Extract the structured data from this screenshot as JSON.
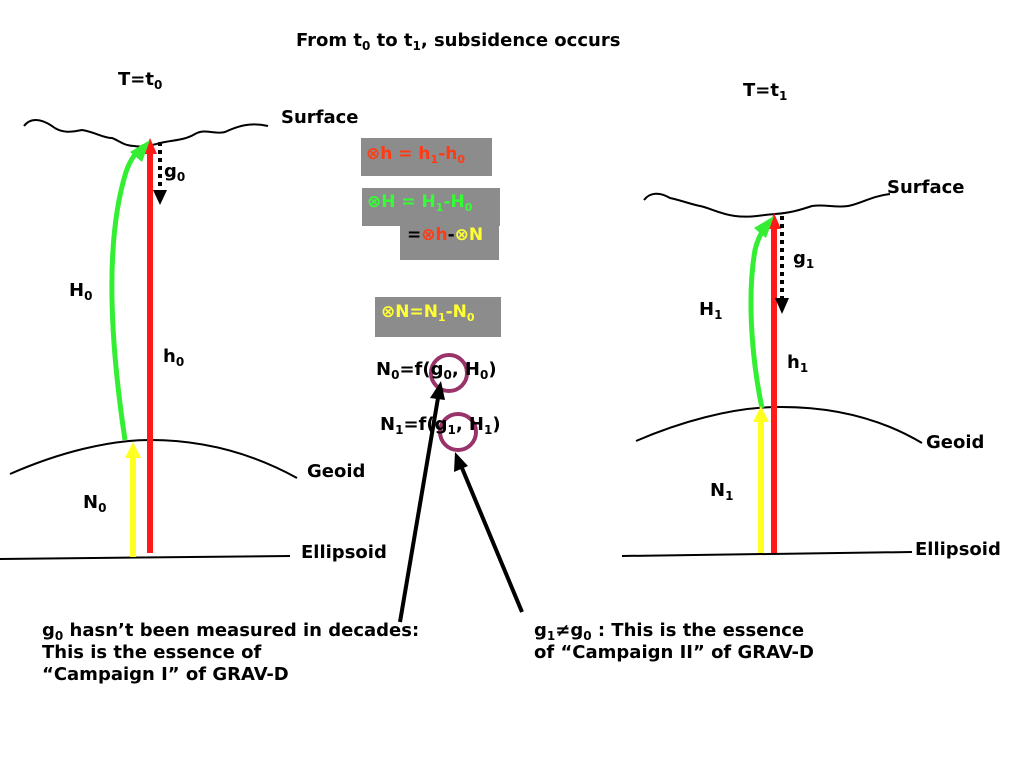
{
  "title": {
    "pre": "From t",
    "s1": "0",
    "mid": " to t",
    "s2": "1",
    "post": ", subsidence occurs"
  },
  "left": {
    "time": {
      "pre": "T=t",
      "sub": "0"
    },
    "surface": "Surface",
    "g": {
      "pre": "g",
      "sub": "0"
    },
    "H": {
      "pre": "H",
      "sub": "0"
    },
    "h": {
      "pre": "h",
      "sub": "0"
    },
    "N": {
      "pre": "N",
      "sub": "0"
    },
    "geoid": "Geoid",
    "ellipsoid": "Ellipsoid"
  },
  "right": {
    "time": {
      "pre": "T=t",
      "sub": "1"
    },
    "surface": "Surface",
    "g": {
      "pre": "g",
      "sub": "1"
    },
    "H": {
      "pre": "H",
      "sub": "1"
    },
    "h": {
      "pre": "h",
      "sub": "1"
    },
    "N": {
      "pre": "N",
      "sub": "1"
    },
    "geoid": "Geoid",
    "ellipsoid": "Ellipsoid"
  },
  "equations": {
    "dh": {
      "sym": "⊗",
      "a": "h = h",
      "s1": "1",
      "b": "-h",
      "s2": "0"
    },
    "dH": {
      "sym": "⊗",
      "a": "H = H",
      "s1": "1",
      "b": "-H",
      "s2": "0"
    },
    "dH2": {
      "eq": "=",
      "sym1": "⊗",
      "h": "h",
      "minus": "-",
      "sym2": "⊗",
      "n": "N"
    },
    "dN": {
      "sym": "⊗",
      "a": "N=N",
      "s1": "1",
      "b": "-N",
      "s2": "0"
    },
    "N0": {
      "a": "N",
      "s1": "0",
      "b": "=f(",
      "c": "g",
      "s2": "0",
      "d": ", H",
      "s3": "0",
      "e": ")"
    },
    "N1": {
      "a": "N",
      "s1": "1",
      "b": "=f(",
      "c": "g",
      "s2": "1",
      "d": ", H",
      "s3": "1",
      "e": ")"
    }
  },
  "notes": {
    "left": {
      "g": "g",
      "sub": "0",
      "line1_rest": " hasn’t been measured in decades:",
      "line2": "This is the essence of",
      "line3": "“Campaign I” of GRAV-D"
    },
    "right": {
      "g1": "g",
      "sub1": "1",
      "neq": "≠g",
      "sub2": "0",
      "line1_rest": " :  This is the essence",
      "line2": "of “Campaign II” of GRAV-D"
    }
  },
  "colors": {
    "ellipsoid_height": "#ff1a1a",
    "orthometric_height": "#22ee22",
    "geoid_height": "#ffff22",
    "circle": "#99336a",
    "box": "#8c8c8c"
  }
}
